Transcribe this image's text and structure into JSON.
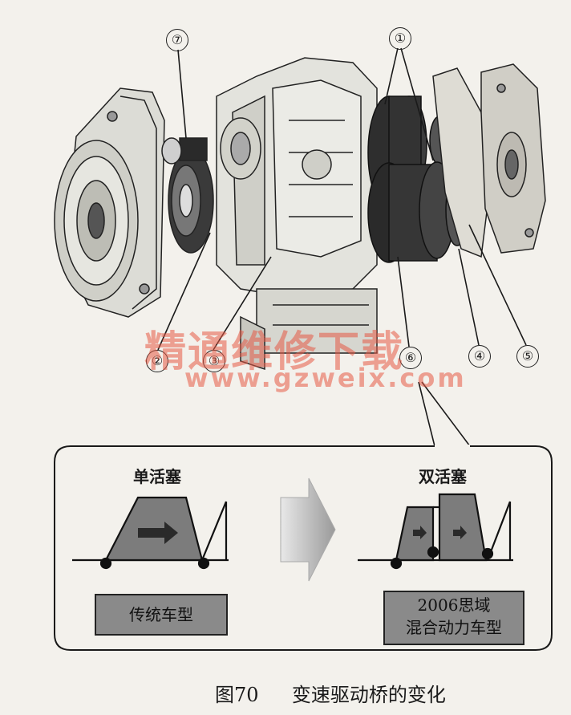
{
  "callouts": [
    "①",
    "②",
    "③",
    "④",
    "⑤",
    "⑥",
    "⑦"
  ],
  "watermark": {
    "chinese": "精通维修下载",
    "url": "www.gzweix.com"
  },
  "panel": {
    "left_title": "单活塞",
    "right_title": "双活塞",
    "left_box": "传统车型",
    "right_box_line1": "2006思域",
    "right_box_line2": "混合动力车型"
  },
  "caption": {
    "figure": "图70",
    "text": "变速驱动桥的变化"
  }
}
